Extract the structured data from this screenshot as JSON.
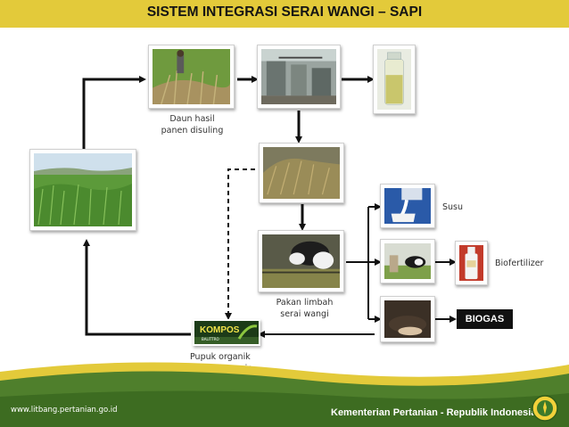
{
  "title": "SISTEM INTEGRASI SERAI WANGI – SAPI",
  "labels": {
    "daun": "Daun hasil",
    "daun2": "panen disuling",
    "pakan": "Pakan  limbah",
    "pakan2": "serai wangi",
    "pupuk": "Pupuk organik",
    "pupuk2": "Padat dan cair",
    "susu": "Susu",
    "biofertilizer": "Biofertilizer",
    "biogas": "BIOGAS",
    "kompos_brand": "KOMPOS",
    "kompos_sub": "BALITTRO"
  },
  "footer": {
    "url": "www.litbang.pertanian.go.id",
    "ministry": "Kementerian Pertanian - Republik Indonesia"
  },
  "colors": {
    "title_bar": "#e3ca3a",
    "footer_green": "#4f7f2c",
    "footer_yellow": "#e3ca3a",
    "arrow": "#111111"
  }
}
